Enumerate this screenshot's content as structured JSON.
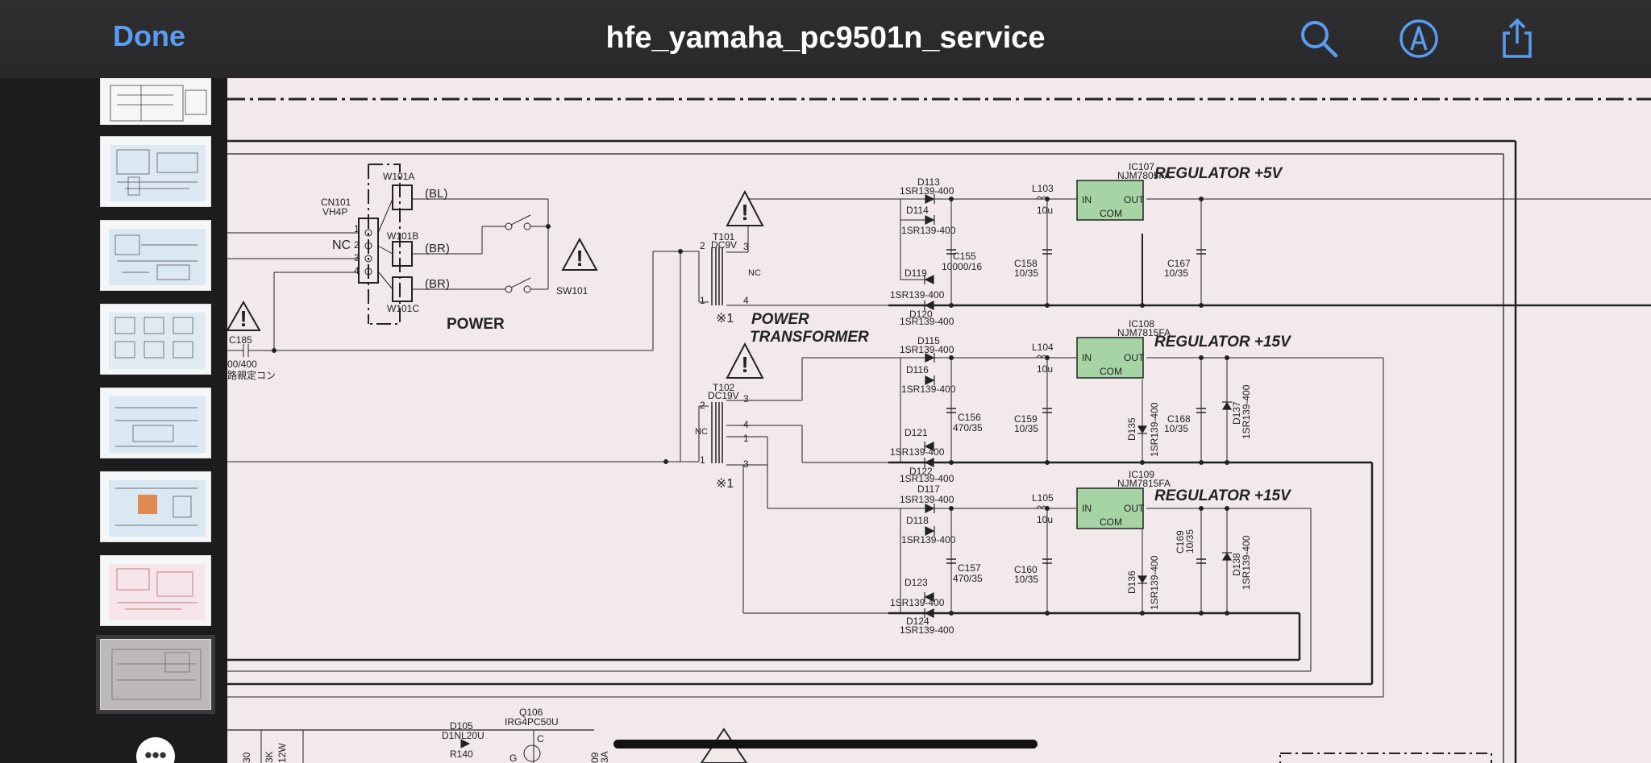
{
  "toolbar": {
    "done_label": "Done",
    "title": "hfe_yamaha_pc9501n_service",
    "icons": [
      "search-icon",
      "markup-icon",
      "share-icon"
    ],
    "accent_color": "#5b9cf0"
  },
  "sidebar": {
    "more_icon": "more-icon",
    "thumb_count": 8
  },
  "schematic": {
    "cn101": "CN101",
    "vh4p": "VH4P",
    "nc": "NC",
    "pin1": "1",
    "pin2": "2",
    "pin3": "3",
    "pin4": "4",
    "w101a": "W101A",
    "w101b": "W101B",
    "w101c": "W101C",
    "bl": "(BL)",
    "br1": "(BR)",
    "br2": "(BR)",
    "sw101": "SW101",
    "power": "POWER",
    "c185": "C185",
    "c185_val": "00/400",
    "c185_note": "路親定コン",
    "t101": "T101",
    "dc9v": "DC9V",
    "t102": "T102",
    "dc19v": "DC19V",
    "note1": "※1",
    "note2": "※1",
    "power_transformer_1": "POWER",
    "power_transformer_2": "TRANSFORMER",
    "diode_model": "1SR139-400",
    "d113": "D113",
    "d114": "D114",
    "d119": "D119",
    "d120": "D120",
    "d115": "D115",
    "d116": "D116",
    "d121": "D121",
    "d122": "D122",
    "d117": "D117",
    "d118": "D118",
    "d123": "D123",
    "d124": "D124",
    "d135": "D135",
    "d136": "D136",
    "d137": "D137",
    "d138": "D138",
    "c155": "C155",
    "c155_val": "10000/16",
    "c156": "C156",
    "c156_val": "470/35",
    "c157": "C157",
    "c157_val": "470/35",
    "c158": "C158",
    "c159": "C159",
    "c160": "C160",
    "c167": "C167",
    "c168": "C168",
    "c169": "C169",
    "cap_val": "10/35",
    "l103": "L103",
    "l104": "L104",
    "l105": "L105",
    "l_val": "10u",
    "ic107": "IC107",
    "ic107_part": "NJM7805FA",
    "ic108": "IC108",
    "ic108_part": "NJM7815FA",
    "ic109": "IC109",
    "ic109_part": "NJM7815FA",
    "in": "IN",
    "out": "OUT",
    "com": "COM",
    "reg5": "REGULATOR +5V",
    "reg15a": "REGULATOR +15V",
    "reg15b": "REGULATOR +15V",
    "d105": "D105",
    "d1nl20u": "D1NL20U",
    "q106": "Q106",
    "q106_part": "IRG4PC50U",
    "r140": "R140",
    "c_pin": "C",
    "g_pin": "G",
    "bottom_frag_1": "30",
    "bottom_frag_2": "3K",
    "bottom_frag_3": "12W",
    "bottom_frag_4": "09",
    "bottom_frag_5": "3A",
    "ic_color": "#a6d4a4"
  }
}
